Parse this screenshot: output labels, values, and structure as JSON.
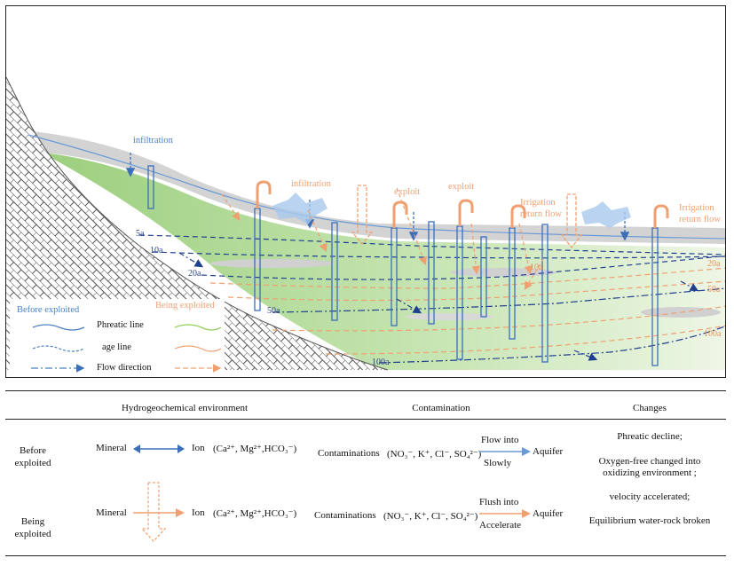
{
  "diagram": {
    "labels": {
      "infiltration_1": "infiltration",
      "infiltration_2": "infiltration",
      "exploit_1": "exploit",
      "exploit_2": "exploit",
      "irrigation_1_line1": "Irrigation",
      "irrigation_1_line2": "return flow",
      "irrigation_2_line1": "Irrigation",
      "irrigation_2_line2": "return flow"
    },
    "age_lines_blue": [
      "5a",
      "10a",
      "20a",
      "50a",
      "100a"
    ],
    "age_lines_orange": [
      "10a",
      "20a",
      "50a",
      "100a"
    ],
    "legend": {
      "before_title": "Before exploited",
      "being_title": "Being exploited",
      "phreatic": "Phreatic line",
      "age": "age line",
      "flow": "Flow direction"
    },
    "colors": {
      "blue": "#4a7fc1",
      "navy": "#1f3f8f",
      "orange": "#f0a070",
      "green": "#a8d48a",
      "grey": "#cfcfcf"
    }
  },
  "table": {
    "headers": {
      "col1": "Hydrogeochemical environment",
      "col2": "Contamination",
      "col3": "Changes"
    },
    "rows": [
      {
        "state_line1": "Before",
        "state_line2": "exploited",
        "mineral": "Mineral",
        "ion": "Ion",
        "ion_detail": "(Ca²⁺, Mg²⁺,HCO₃⁻)",
        "contam": "Contaminations",
        "contam_detail": "(NO₃⁻, K⁺, Cl⁻, SO₄²⁻)",
        "flow_top": "Flow into",
        "flow_bottom": "Slowly",
        "aquifer": "Aquifer"
      },
      {
        "state_line1": "Being",
        "state_line2": "exploited",
        "mineral": "Mineral",
        "ion": "Ion",
        "ion_detail": "(Ca²⁺, Mg²⁺,HCO₃⁻)",
        "contam": "Contaminations",
        "contam_detail": "(NO₃⁻, K⁺, Cl⁻, SO₄²⁻)",
        "flow_top": "Flush into",
        "flow_bottom": "Accelerate",
        "aquifer": "Aquifer"
      }
    ],
    "changes": [
      "Phreatic decline;",
      "Oxygen-free changed into",
      "oxidizing environment ;",
      "velocity accelerated;",
      "Equilibrium water-rock broken"
    ]
  }
}
